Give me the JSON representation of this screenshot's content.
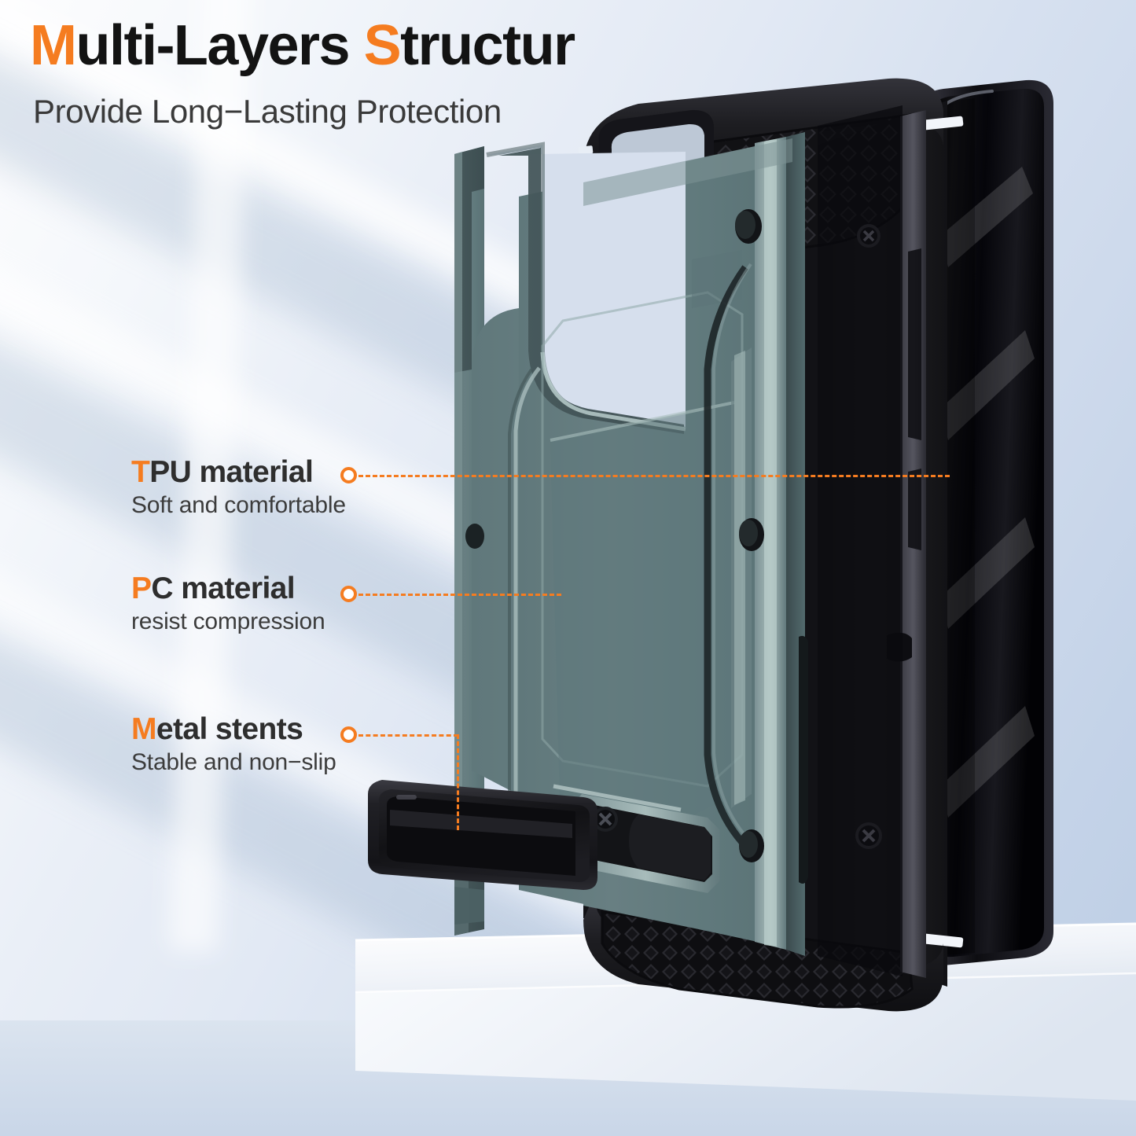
{
  "header": {
    "title_accent_1": "M",
    "title_part_1": "ulti-Layers ",
    "title_accent_2": "S",
    "title_part_2": "tructur",
    "title_full": "Multi-Layers Structur",
    "subtitle": "Provide Long−Lasting Protection"
  },
  "callouts": [
    {
      "id": "tpu",
      "head_accent": "T",
      "head_rest": "PU material",
      "head_full": "TPU material",
      "sub": "Soft and comfortable"
    },
    {
      "id": "pc",
      "head_accent": "P",
      "head_rest": "C material",
      "head_full": "PC material",
      "sub": "resist compression"
    },
    {
      "id": "metal",
      "head_accent": "M",
      "head_rest": "etal stents",
      "head_full": "Metal stents",
      "sub": "Stable and non−slip"
    }
  ],
  "colors": {
    "accent_orange": "#F57C20",
    "heading_dark": "#131313",
    "body_gray": "#3a3a3a",
    "pc_layer_teal": "#637d80",
    "pc_layer_teal_light": "#9fb5b5",
    "tpu_layer_black": "#1b1b1d",
    "phone_black": "#0a0a0c",
    "background_top": "#fdfdfe",
    "background_bottom": "#bccde4"
  },
  "scene": {
    "layers": [
      {
        "name": "pc-shield-plate",
        "material": "PC",
        "color": "#637d80"
      },
      {
        "name": "tpu-outer-case",
        "material": "TPU",
        "color": "#1b1b1d",
        "texture": "diamond-grid"
      },
      {
        "name": "metal-kickstand",
        "material": "Metal",
        "color": "#151517"
      },
      {
        "name": "phone-device",
        "material": "Glass",
        "color": "#0a0a0c"
      },
      {
        "name": "display-pedestal",
        "material": "Plinth",
        "color": "#f5f8fc"
      }
    ]
  }
}
